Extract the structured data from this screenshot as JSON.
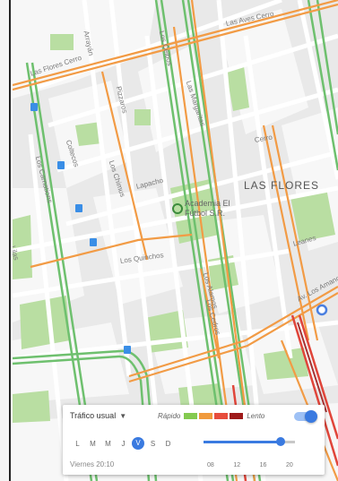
{
  "map": {
    "district_label": "LAS FLORES",
    "place_name_line1": "Academia El",
    "place_name_line2": "Fútbol S.R.",
    "street_labels": [
      "Las Aves Cerro",
      "Las Flores Cerro",
      "Arrayán",
      "Pizzaros",
      "Los Ceibos",
      "Las Margaritas",
      "Los Quinchos",
      "Coltecos",
      "Los Carnations",
      "Los Chimus",
      "Lapacho",
      "Cerro",
      "Los Alamos",
      "Leanes",
      "Los Cedros",
      "Lilas",
      "Av. Los Amanc"
    ],
    "colors": {
      "road_fast": "#6ec06e",
      "road_medium": "#f29b45",
      "road_slow": "#e0453a",
      "road_very_slow": "#a83232",
      "park": "#b9dea2",
      "block": "#f7f7f7",
      "background": "#e9e9e9"
    }
  },
  "panel": {
    "traffic_label": "Tráfico usual",
    "legend_fast": "Rápido",
    "legend_slow": "Lento",
    "legend_colors": [
      "#84ca50",
      "#f09a3c",
      "#e74c3c",
      "#9e1a1a"
    ],
    "toggle_on": true,
    "day_modes": [
      "L",
      "M",
      "M",
      "J",
      "V",
      "S",
      "D"
    ],
    "selected_day_index": 4,
    "day_time": "Viernes 20:10",
    "time_ticks": [
      "08",
      "12",
      "16",
      "20"
    ],
    "slider_fraction": 0.84
  }
}
